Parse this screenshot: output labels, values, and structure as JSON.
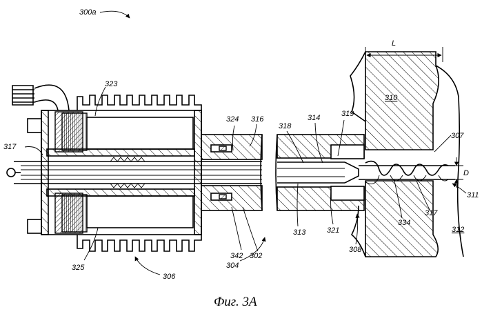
{
  "figure": {
    "caption": "Фиг. 3А",
    "labels": {
      "assembly": "300a",
      "wall_outer": "310",
      "wall_inner": "312",
      "length_dim": "L",
      "diameter_dim": "D",
      "n323": "323",
      "n317_left": "317",
      "n325": "325",
      "n306": "306",
      "n324": "324",
      "n316": "316",
      "n342": "342",
      "n302": "302",
      "n304": "304",
      "n318": "318",
      "n314": "314",
      "n319": "319",
      "n313": "313",
      "n321": "321",
      "n308": "308",
      "n307": "307",
      "n311": "311",
      "n334": "334",
      "n317_right": "317"
    }
  }
}
